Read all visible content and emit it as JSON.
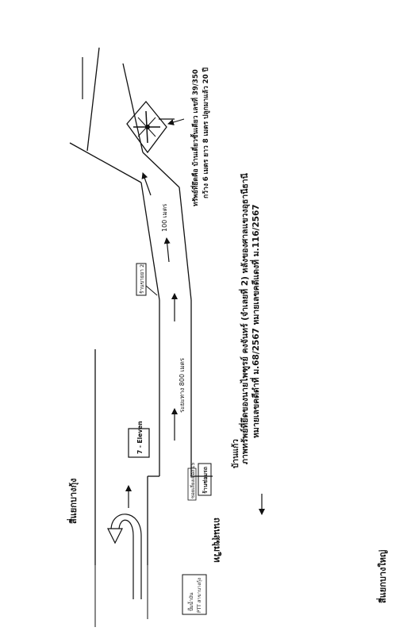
{
  "title": {
    "line1": "ภาพทรัพย์ที่ยึดของนายไพฑูรย์ คงจันทร์ (จำเลยที่ 2) หลังของศาลแขวงอุธานีธานี",
    "line2": "หมายเลขคดีดำที่ ม.68/2567 หมายเลขคดีแดงที่ ม.116/2567"
  },
  "property_note": {
    "line1": "ทรัพย์ที่ยึดคือ บ้านเดี่ยวชั้นเดียว เลขที่ 39/350",
    "line2": "กว้าง 6 เมตร ยาว 8 เมตร ปลูกมาแล้ว 20 ปี"
  },
  "labels": {
    "junction_top": "สี่แยกบางกุ้ง",
    "junction_bottom": "สี่แยกบางใหญ่",
    "main_road": "ถนนสุขุมวิท",
    "distance_800": "ระยะทาง 800 เมตร",
    "distance_100": "100 เมตร",
    "seven_eleven": "7 - Eleven",
    "shop_left": "ร้านขายยา 2",
    "soi_sign": "ซอยเลี่ยงเมือง 15",
    "shop_bottom": "ร้านซ่อมรถ",
    "village": "บ้านแก้ว",
    "bts_sign_line1": "ปั๊มน้ำมัน",
    "bts_sign_line2": "PTT สาขาบางกุ้ง"
  }
}
